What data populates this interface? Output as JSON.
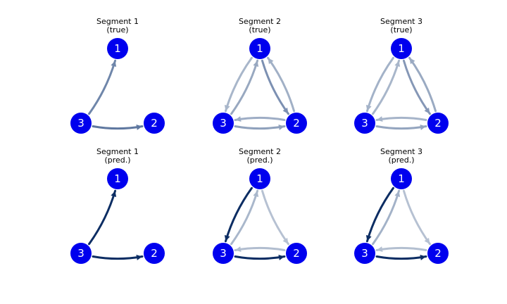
{
  "node_color": "#0000ee",
  "node_label_color": "#ffffff",
  "panels": [
    {
      "title_line1": "Segment 1",
      "title_line2": "(true)",
      "edges": [
        {
          "from": "3",
          "to": "1",
          "color": "#6f86aa"
        },
        {
          "from": "3",
          "to": "2",
          "color": "#5f78a0"
        }
      ]
    },
    {
      "title_line1": "Segment 2",
      "title_line2": "(true)",
      "edges": [
        {
          "from": "1",
          "to": "3",
          "color": "#a8b6ca"
        },
        {
          "from": "3",
          "to": "1",
          "color": "#98a8c0"
        },
        {
          "from": "1",
          "to": "2",
          "color": "#7c90b2"
        },
        {
          "from": "2",
          "to": "1",
          "color": "#a1b0c6"
        },
        {
          "from": "2",
          "to": "3",
          "color": "#9eadc5"
        },
        {
          "from": "3",
          "to": "2",
          "color": "#8fa1bc"
        }
      ]
    },
    {
      "title_line1": "Segment 3",
      "title_line2": "(true)",
      "edges": [
        {
          "from": "1",
          "to": "3",
          "color": "#a3b2c8"
        },
        {
          "from": "3",
          "to": "1",
          "color": "#a8b6ca"
        },
        {
          "from": "1",
          "to": "2",
          "color": "#8597b6"
        },
        {
          "from": "2",
          "to": "1",
          "color": "#9aaac2"
        },
        {
          "from": "2",
          "to": "3",
          "color": "#a6b4c9"
        },
        {
          "from": "3",
          "to": "2",
          "color": "#94a5bf"
        }
      ]
    },
    {
      "title_line1": "Segment 1",
      "title_line2": "(pred.)",
      "edges": [
        {
          "from": "3",
          "to": "1",
          "color": "#0c2d63"
        },
        {
          "from": "3",
          "to": "2",
          "color": "#0c2d63"
        }
      ]
    },
    {
      "title_line1": "Segment 2",
      "title_line2": "(pred.)",
      "edges": [
        {
          "from": "1",
          "to": "3",
          "color": "#0c2d63"
        },
        {
          "from": "3",
          "to": "1",
          "color": "#a9b7cb"
        },
        {
          "from": "1",
          "to": "2",
          "color": "#b6c1d2"
        },
        {
          "from": "2",
          "to": "3",
          "color": "#b1bdcf"
        },
        {
          "from": "3",
          "to": "2",
          "color": "#0c2d63"
        }
      ]
    },
    {
      "title_line1": "Segment 3",
      "title_line2": "(pred.)",
      "edges": [
        {
          "from": "1",
          "to": "3",
          "color": "#0c2d63"
        },
        {
          "from": "3",
          "to": "1",
          "color": "#a3b2c8"
        },
        {
          "from": "1",
          "to": "2",
          "color": "#b6c1d2"
        },
        {
          "from": "2",
          "to": "3",
          "color": "#b3bfd0"
        },
        {
          "from": "3",
          "to": "2",
          "color": "#0c2d63"
        }
      ]
    }
  ]
}
